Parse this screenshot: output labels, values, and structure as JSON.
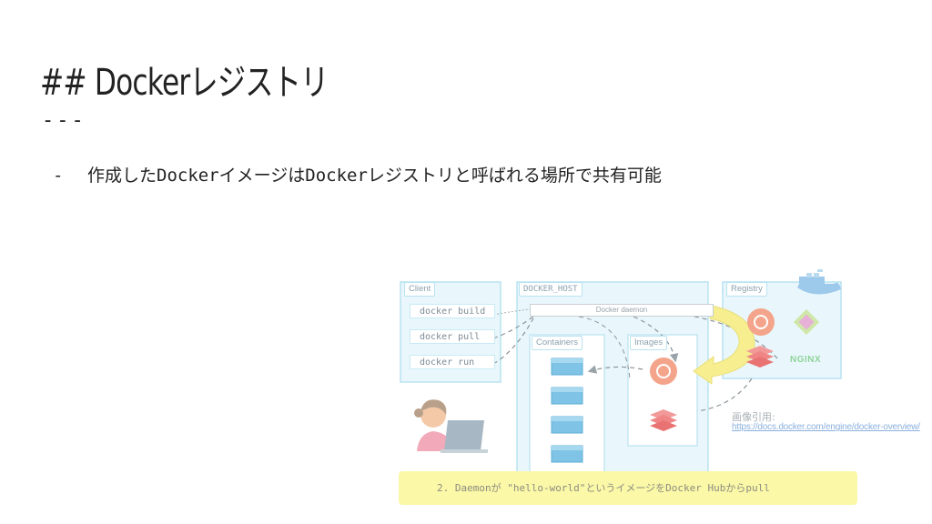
{
  "slide": {
    "title": "## Dockerレジストリ",
    "rule": "---",
    "bullet_marker": "-",
    "bullet_text": "作成したDockerイメージはDockerレジストリと呼ばれる場所で共有可能"
  },
  "diagram": {
    "client_label": "Client",
    "commands": [
      "docker build",
      "docker pull",
      "docker run"
    ],
    "docker_host_label": "DOCKER_HOST",
    "daemon_label": "Docker daemon",
    "containers_label": "Containers",
    "images_label": "Images",
    "registry_label": "Registry",
    "nginx_label": "NGINX",
    "credit_label": "画像引用:",
    "credit_url": "https://docs.docker.com/engine/docker-overview/",
    "step_text": "2. Daemonが \"hello-world\"というイメージをDocker Hubからpull"
  },
  "colors": {
    "box_border": "#b9e3f1",
    "box_fill": "#e9f7fc",
    "highlight": "#fbf8a7",
    "arrow_yellow": "#f6ee8f",
    "container_blue": "#7fc4e6",
    "ubuntu_orange": "#f4a48a",
    "redis_red": "#f29a9a"
  }
}
